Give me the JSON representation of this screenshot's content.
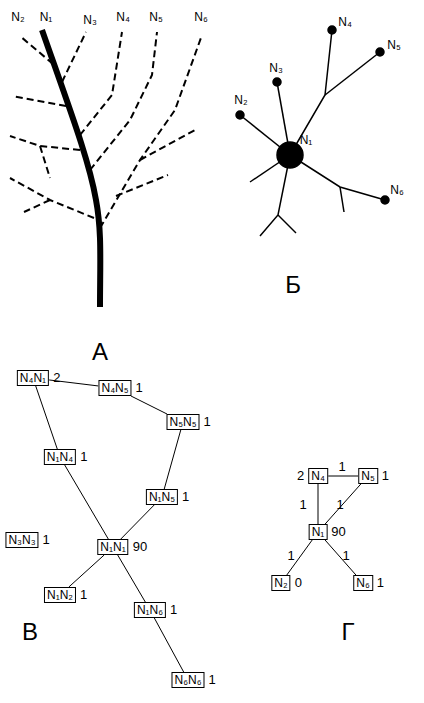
{
  "diagram": {
    "nodes": [
      {
        "text": [
          "N₄N₁",
          "2"
        ]
      },
      {
        "text": [
          "N₄N₅",
          "1"
        ]
      },
      {
        "text": [
          "N₅N₅",
          "1"
        ]
      },
      {
        "text": [
          "N₁N₄",
          "1"
        ]
      },
      {
        "text": [
          "N₁N₅",
          "1"
        ]
      },
      {
        "text": [
          "N₃N₃",
          "1"
        ]
      },
      {
        "text": [
          "N₁N₁",
          "90"
        ]
      },
      {
        "text": [
          "N₁N₂",
          "1"
        ]
      },
      {
        "text": [
          "N₁N₆",
          "1"
        ]
      },
      {
        "text": [
          "N₆N₆",
          "1"
        ]
      },
      {
        "text": [
          "N₄",
          "2"
        ]
      },
      {
        "text": [
          "N₅",
          "1"
        ]
      },
      {
        "text": [
          "N₁",
          "90"
        ]
      },
      {
        "text": [
          "N₂",
          "0"
        ]
      },
      {
        "text": [
          "N₆",
          "1"
        ]
      }
    ],
    "edges": [
      {
        "from": 0,
        "to": 1,
        "arrow": "none"
      },
      {
        "from": 1,
        "to": 2,
        "arrow": "none"
      },
      {
        "from": 2,
        "to": 4,
        "arrow": "none"
      },
      {
        "from": 4,
        "to": 6,
        "arrow": "none"
      },
      {
        "from": 0,
        "to": 3,
        "arrow": "none"
      },
      {
        "from": 3,
        "to": 6,
        "arrow": "none"
      },
      {
        "from": 6,
        "to": 7,
        "arrow": "none"
      },
      {
        "from": 6,
        "to": 8,
        "arrow": "none"
      },
      {
        "from": 8,
        "to": 9,
        "arrow": "none"
      },
      {
        "from": 10,
        "to": 11,
        "label": "1",
        "arrow": "none"
      },
      {
        "from": 10,
        "to": 12,
        "label": "1",
        "arrow": "none"
      },
      {
        "from": 11,
        "to": 12,
        "label": "1",
        "arrow": "none"
      },
      {
        "from": 12,
        "to": 13,
        "label": "1",
        "arrow": "none"
      },
      {
        "from": 12,
        "to": 14,
        "label": "1",
        "arrow": "none"
      }
    ],
    "labels": [
      "N₂",
      "N₁",
      "N₃",
      "N₄",
      "N₅",
      "N₆",
      "А",
      "N₄",
      "N₅",
      "N₃",
      "N₂",
      "N₁",
      "N₆",
      "Б",
      "В",
      "Г"
    ]
  }
}
